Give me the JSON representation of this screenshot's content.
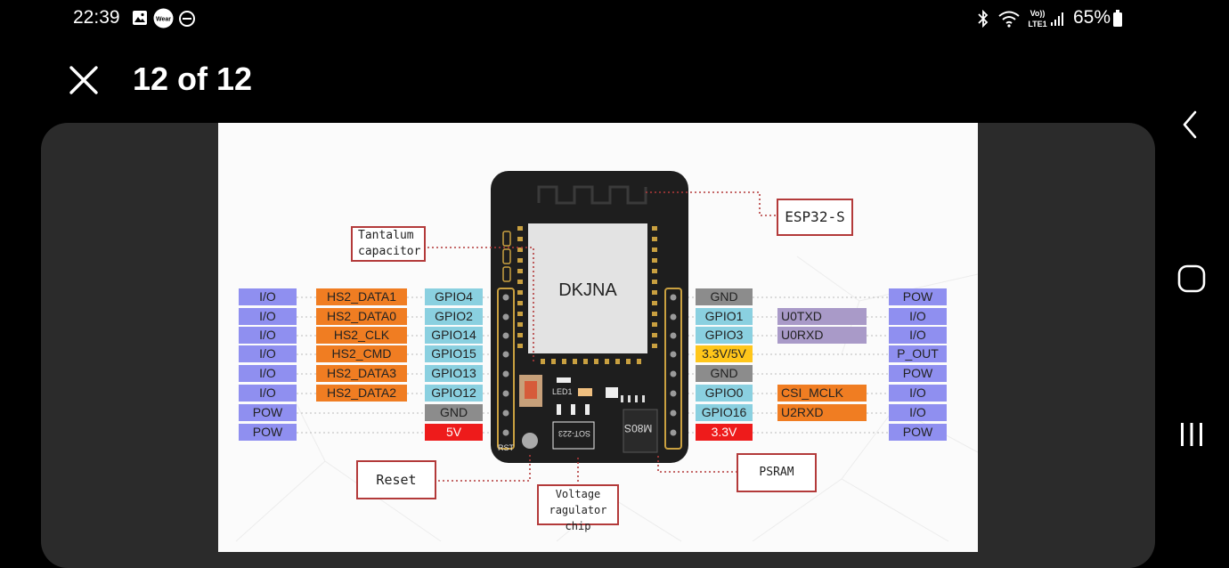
{
  "status_bar": {
    "time": "22:39",
    "left_icons": [
      "image-icon",
      "wear-icon",
      "dnd-icon"
    ],
    "wear_label": "Wear",
    "right_icons": [
      "bluetooth-icon",
      "wifi-icon",
      "volte-icon",
      "signal-icon",
      "battery-icon"
    ],
    "volte_label_top": "Vo))",
    "volte_label_bottom": "LTE1",
    "battery": "65%"
  },
  "top_bar": {
    "counter": "12 of 12"
  },
  "nav_bar": {
    "buttons": [
      "back-icon",
      "home-icon",
      "recents-icon"
    ]
  },
  "diagram": {
    "module_chip_text": "DKJNA",
    "callouts": {
      "esp32": "ESP32-S",
      "tantalum_line1": "Tantalum",
      "tantalum_line2": "capacitor",
      "reset": "Reset",
      "voltage_line1": "Voltage",
      "voltage_line2": "ragulator chip",
      "psram": "PSRAM"
    },
    "board_labels": {
      "led": "LED1",
      "rst": "RST",
      "sot": "SOT-223",
      "psram_chip": "M80S"
    },
    "left_pins": [
      {
        "type": "I/O",
        "func": "HS2_DATA1",
        "gpio": "GPIO4"
      },
      {
        "type": "I/O",
        "func": "HS2_DATA0",
        "gpio": "GPIO2"
      },
      {
        "type": "I/O",
        "func": "HS2_CLK",
        "gpio": "GPIO14"
      },
      {
        "type": "I/O",
        "func": "HS2_CMD",
        "gpio": "GPIO15"
      },
      {
        "type": "I/O",
        "func": "HS2_DATA3",
        "gpio": "GPIO13"
      },
      {
        "type": "I/O",
        "func": "HS2_DATA2",
        "gpio": "GPIO12"
      },
      {
        "type": "POW",
        "func": "",
        "gpio": "GND"
      },
      {
        "type": "POW",
        "func": "",
        "gpio": "5V"
      }
    ],
    "right_pins": [
      {
        "gpio": "GND",
        "func": "",
        "type": "POW"
      },
      {
        "gpio": "GPIO1",
        "func": "U0TXD",
        "type": "I/O"
      },
      {
        "gpio": "GPIO3",
        "func": "U0RXD",
        "type": "I/O"
      },
      {
        "gpio": "3.3V/5V",
        "func": "",
        "type": "P_OUT"
      },
      {
        "gpio": "GND",
        "func": "",
        "type": "POW"
      },
      {
        "gpio": "GPIO0",
        "func": "CSI_MCLK",
        "type": "I/O"
      },
      {
        "gpio": "GPIO16",
        "func": "U2RXD",
        "type": "I/O"
      },
      {
        "gpio": "3.3V",
        "func": "",
        "type": "POW"
      }
    ],
    "colors": {
      "type": "#8f8ff0",
      "func_orange": "#f07d22",
      "func_purple": "#a99ac8",
      "gpio": "#8ad0e0",
      "gnd": "#8c8c8c",
      "power": "#ee1b1b",
      "p_out": "#ffc61a",
      "callout_border": "#b33a3a",
      "board": "#1e1e1e"
    }
  }
}
